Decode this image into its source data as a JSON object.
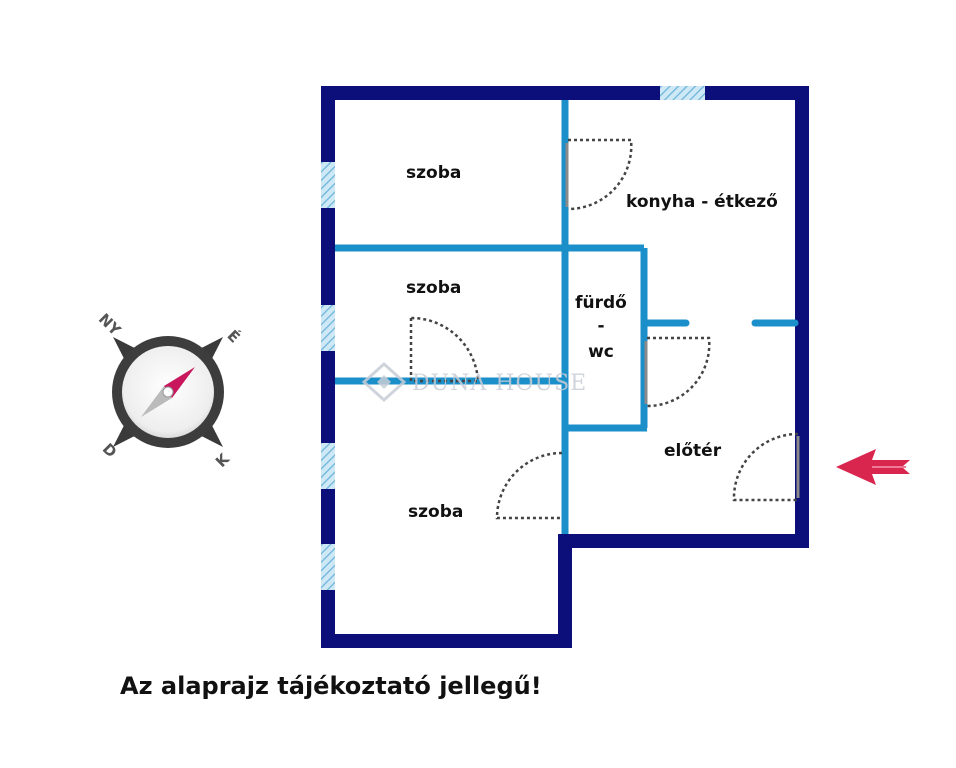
{
  "rooms": {
    "room_top": "szoba",
    "room_middle": "szoba",
    "room_bottom": "szoba",
    "kitchen": "konyha - étkező",
    "bathroom_line1": "fürdő",
    "bathroom_line2": "-",
    "bathroom_line3": "wc",
    "hallway": "előtér"
  },
  "compass": {
    "nw": "NY",
    "ne": "É",
    "sw": "D",
    "se": "K"
  },
  "watermark": "DUNA HOUSE",
  "disclaimer": "Az alaprajz tájékoztató jellegű!",
  "colors": {
    "outer_wall": "#0c0f7a",
    "inner_wall": "#1b8fc9",
    "window": "#9fd0ea",
    "entrance_arrow": "#d9264f",
    "compass_needle": "#c8175d"
  }
}
